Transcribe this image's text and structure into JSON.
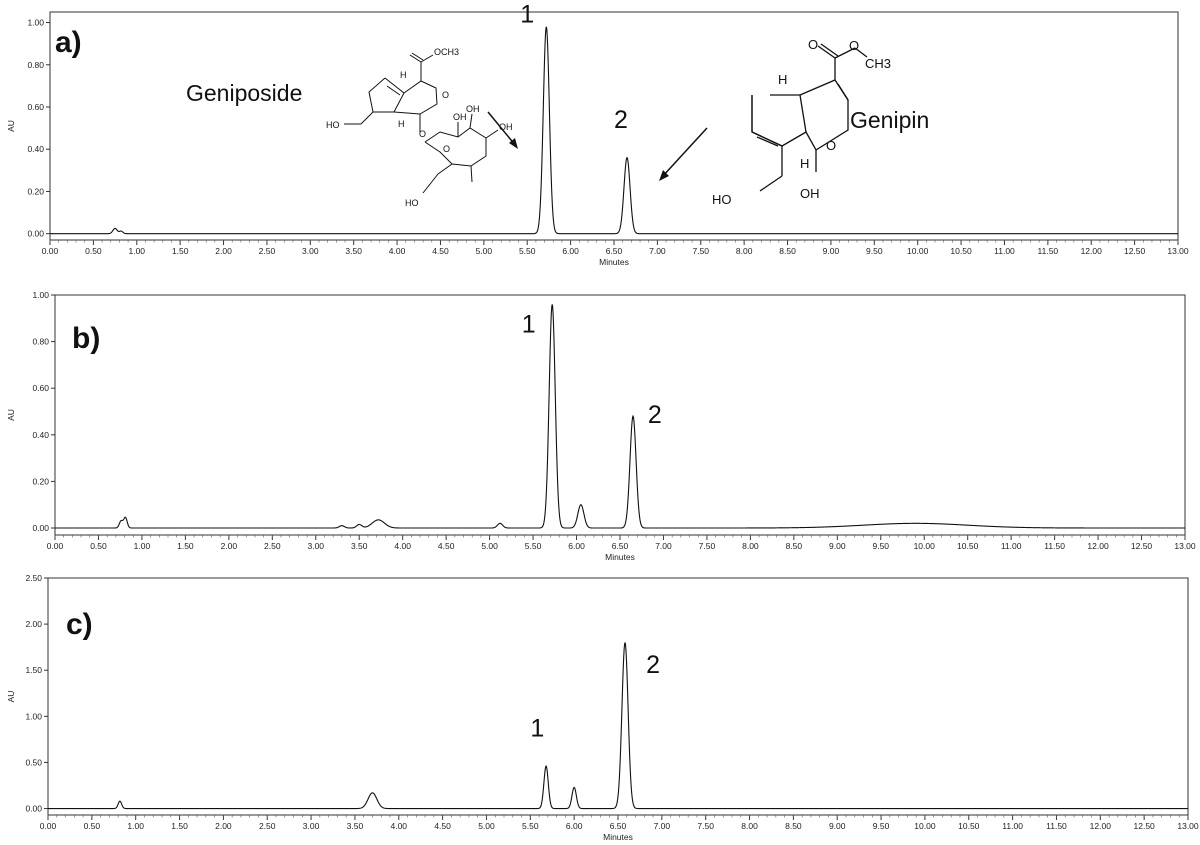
{
  "chart_data": [
    {
      "type": "line",
      "panel_label": "a)",
      "xlabel": "Minutes",
      "ylabel": "AU",
      "xlim": [
        0,
        13
      ],
      "ylim": [
        -0.03,
        1.05
      ],
      "xticks": [
        "0.00",
        "0.50",
        "1.00",
        "1.50",
        "2.00",
        "2.50",
        "3.00",
        "3.50",
        "4.00",
        "4.50",
        "5.00",
        "5.50",
        "6.00",
        "6.50",
        "7.00",
        "7.50",
        "8.00",
        "8.50",
        "9.00",
        "9.50",
        "10.00",
        "10.50",
        "11.00",
        "11.50",
        "12.00",
        "12.50",
        "13.00"
      ],
      "yticks": [
        "0.00",
        "0.20",
        "0.40",
        "0.60",
        "0.80",
        "1.00"
      ],
      "grid": false,
      "baseline": 0.0,
      "peaks": [
        {
          "x": 0.75,
          "y": 0.025,
          "w": 0.025
        },
        {
          "x": 0.82,
          "y": 0.012,
          "w": 0.02
        },
        {
          "x": 5.72,
          "y": 0.98,
          "w": 0.035
        },
        {
          "x": 6.65,
          "y": 0.36,
          "w": 0.035
        }
      ],
      "annotations": [
        {
          "text": "1",
          "x": 5.5,
          "y": 1.0
        },
        {
          "text": "2",
          "x": 6.58,
          "y": 0.5
        }
      ],
      "compounds": [
        {
          "name": "Geniposide",
          "atoms": [
            "OCH3",
            "H",
            "H",
            "OH",
            "O",
            "OH",
            "O",
            "HO",
            "OH",
            "HO",
            "O"
          ]
        },
        {
          "name": "Genipin",
          "atoms": [
            "O",
            "O",
            "CH3",
            "H",
            "H",
            "O",
            "OH",
            "HO"
          ]
        }
      ]
    },
    {
      "type": "line",
      "panel_label": "b)",
      "xlabel": "Minutes",
      "ylabel": "AU",
      "xlim": [
        0,
        13
      ],
      "ylim": [
        -0.03,
        1.0
      ],
      "xticks": [
        "0.00",
        "0.50",
        "1.00",
        "1.50",
        "2.00",
        "2.50",
        "3.00",
        "3.50",
        "4.00",
        "4.50",
        "5.00",
        "5.50",
        "6.00",
        "6.50",
        "7.00",
        "7.50",
        "8.00",
        "8.50",
        "9.00",
        "9.50",
        "10.00",
        "10.50",
        "11.00",
        "11.50",
        "12.00",
        "12.50",
        "13.00"
      ],
      "yticks": [
        "0.00",
        "0.20",
        "0.40",
        "0.60",
        "0.80",
        "1.00"
      ],
      "grid": false,
      "baseline": 0.0,
      "peaks": [
        {
          "x": 0.76,
          "y": 0.03,
          "w": 0.02
        },
        {
          "x": 0.81,
          "y": 0.045,
          "w": 0.02
        },
        {
          "x": 3.3,
          "y": 0.01,
          "w": 0.03
        },
        {
          "x": 3.5,
          "y": 0.015,
          "w": 0.03
        },
        {
          "x": 3.72,
          "y": 0.035,
          "w": 0.07
        },
        {
          "x": 5.12,
          "y": 0.02,
          "w": 0.03
        },
        {
          "x": 5.72,
          "y": 0.96,
          "w": 0.035
        },
        {
          "x": 6.05,
          "y": 0.1,
          "w": 0.035
        },
        {
          "x": 6.65,
          "y": 0.48,
          "w": 0.035
        },
        {
          "x": 9.9,
          "y": 0.02,
          "w": 0.6
        }
      ],
      "annotations": [
        {
          "text": "1",
          "x": 5.45,
          "y": 0.84
        },
        {
          "text": "2",
          "x": 6.9,
          "y": 0.45
        }
      ]
    },
    {
      "type": "line",
      "panel_label": "c)",
      "xlabel": "Minutes",
      "ylabel": "AU",
      "xlim": [
        0,
        13
      ],
      "ylim": [
        -0.07,
        2.5
      ],
      "xticks": [
        "0.00",
        "0.50",
        "1.00",
        "1.50",
        "2.00",
        "2.50",
        "3.00",
        "3.50",
        "4.00",
        "4.50",
        "5.00",
        "5.50",
        "6.00",
        "6.50",
        "7.00",
        "7.50",
        "8.00",
        "8.50",
        "9.00",
        "9.50",
        "10.00",
        "10.50",
        "11.00",
        "11.50",
        "12.00",
        "12.50",
        "13.00"
      ],
      "yticks": [
        "0.00",
        "0.50",
        "1.00",
        "1.50",
        "2.00",
        "2.50"
      ],
      "grid": false,
      "baseline": 0.0,
      "peaks": [
        {
          "x": 0.82,
          "y": 0.08,
          "w": 0.02
        },
        {
          "x": 3.7,
          "y": 0.17,
          "w": 0.05
        },
        {
          "x": 5.68,
          "y": 0.46,
          "w": 0.025
        },
        {
          "x": 6.0,
          "y": 0.23,
          "w": 0.025
        },
        {
          "x": 6.58,
          "y": 1.8,
          "w": 0.035
        }
      ],
      "annotations": [
        {
          "text": "1",
          "x": 5.58,
          "y": 0.78
        },
        {
          "text": "2",
          "x": 6.9,
          "y": 1.47
        }
      ]
    }
  ]
}
